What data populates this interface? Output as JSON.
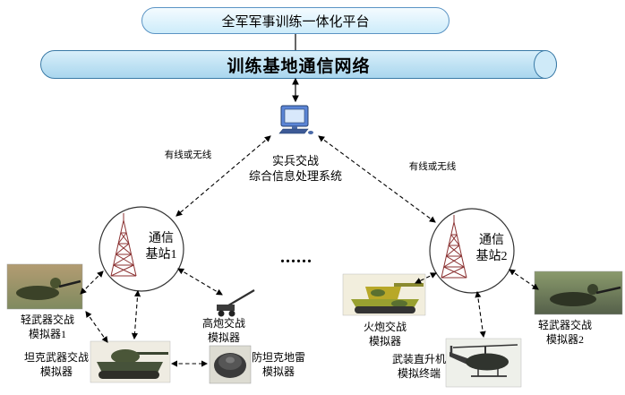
{
  "platform": {
    "label": "全军军事训练一体化平台"
  },
  "network": {
    "label": "训练基地通信网络"
  },
  "system": {
    "label": "实兵交战\n综合信息处理系统"
  },
  "links": {
    "left_label": "有线或无线",
    "right_label": "有线或无线"
  },
  "stations": {
    "station1_label": "通信\n基站1",
    "station2_label": "通信\n基站2",
    "ellipsis": "......"
  },
  "simulators": {
    "light_weapon_1": "轻武器交战\n模拟器1",
    "aa_gun": "高炮交战\n模拟器",
    "tank_weapon": "坦克武器交战\n模拟器",
    "anti_tank_mine": "防坦克地雷\n模拟器",
    "artillery": "火炮交战\n模拟器",
    "light_weapon_2": "轻武器交战\n模拟器2",
    "helicopter_terminal": "武装直升机\n模拟终端"
  },
  "colors": {
    "cylinder_fill": "#a9d6ee",
    "cylinder_border": "#3a7aa6",
    "platform_fill": "#cdecfa",
    "platform_border": "#5b94c4",
    "tower": "#8b3232",
    "arrow": "#000000"
  }
}
